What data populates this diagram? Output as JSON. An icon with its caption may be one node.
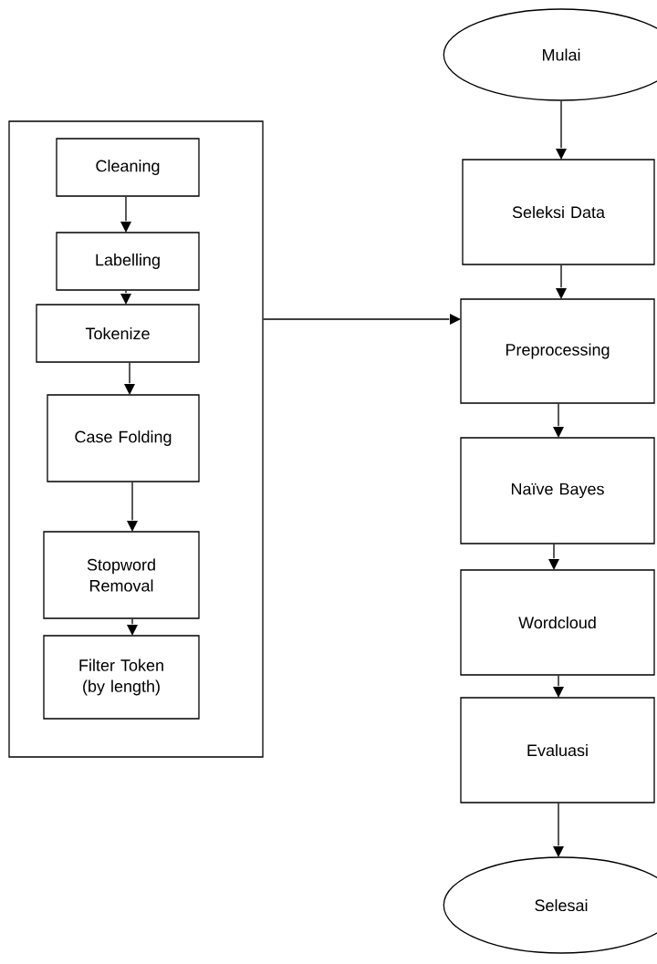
{
  "diagram": {
    "nodes": [
      {
        "text": [
          "Mulai"
        ]
      },
      {
        "text": [
          "Seleksi Data"
        ]
      },
      {
        "text": [
          "Preprocessing"
        ]
      },
      {
        "text": [
          "Naïve Bayes"
        ]
      },
      {
        "text": [
          "Wordcloud"
        ]
      },
      {
        "text": [
          "Evaluasi"
        ]
      },
      {
        "text": [
          "Selesai"
        ]
      },
      {
        "text": [],
        "shape": "box"
      },
      {
        "text": [
          "Cleaning"
        ],
        "in": 7
      },
      {
        "text": [
          "Labelling"
        ],
        "in": 7
      },
      {
        "text": [
          "Tokenize"
        ],
        "in": 7
      },
      {
        "text": [
          "Case Folding"
        ],
        "in": 7
      },
      {
        "text": [
          "Stopword Removal"
        ],
        "in": 7
      },
      {
        "text": [
          "Filter Token (by length)"
        ],
        "in": 7
      }
    ],
    "edges": [
      {
        "from": 0,
        "to": 1,
        "arrow": "to"
      },
      {
        "from": 1,
        "to": 2,
        "arrow": "to"
      },
      {
        "from": 2,
        "to": 3,
        "arrow": "to"
      },
      {
        "from": 3,
        "to": 4,
        "arrow": "to"
      },
      {
        "from": 4,
        "to": 5,
        "arrow": "to"
      },
      {
        "from": 5,
        "to": 6,
        "arrow": "to"
      },
      {
        "from": 8,
        "to": 9,
        "arrow": "to"
      },
      {
        "from": 9,
        "to": 10,
        "arrow": "to"
      },
      {
        "from": 10,
        "to": 11,
        "arrow": "to"
      },
      {
        "from": 11,
        "to": 12,
        "arrow": "to"
      },
      {
        "from": 12,
        "to": 13,
        "arrow": "to"
      },
      {
        "from": 7,
        "to": 2,
        "arrow": "to"
      }
    ]
  }
}
